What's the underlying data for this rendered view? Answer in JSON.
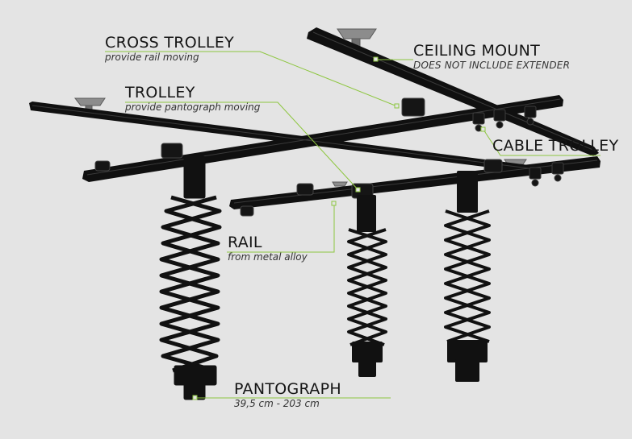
{
  "labels": {
    "cross_trolley": {
      "title": "CROSS TROLLEY",
      "subtitle": "provide rail moving"
    },
    "ceiling_mount": {
      "title": "CEILING MOUNT",
      "subtitle": "DOES NOT INCLUDE EXTENDER"
    },
    "trolley": {
      "title": "TROLLEY",
      "subtitle": "provide pantograph moving"
    },
    "cable_trolley": {
      "title": "CABLE TROLLEY"
    },
    "rail": {
      "title": "RAIL",
      "subtitle": "from metal alloy"
    },
    "pantograph": {
      "title": "PANTOGRAPH",
      "subtitle": "39,5 cm - 203 cm"
    }
  },
  "colors": {
    "background": "#e4e4e4",
    "metal": "#101010",
    "leader": "#8dc63f",
    "mount_plate": "#8c8c8c"
  }
}
